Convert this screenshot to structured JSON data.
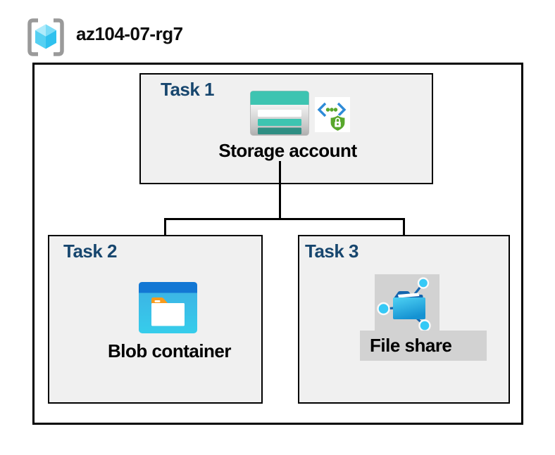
{
  "title": "az104-07-rg7",
  "tasks": [
    {
      "label": "Task 1",
      "resource": "Storage account",
      "icons": [
        "storage-account-icon",
        "sas-lock-icon"
      ]
    },
    {
      "label": "Task 2",
      "resource": "Blob container",
      "icons": [
        "blob-container-icon"
      ]
    },
    {
      "label": "Task 3",
      "resource": "File share",
      "icons": [
        "file-share-icon"
      ]
    }
  ],
  "connections": [
    {
      "from": "Storage account",
      "to": "Blob container"
    },
    {
      "from": "Storage account",
      "to": "File share"
    }
  ],
  "header_icon": "resource-group-icon",
  "colors": {
    "task_label": "#17466e",
    "box_background": "#f0f0f0",
    "border": "#000000",
    "storage_teal": "#3dc4b1",
    "storage_teal_dark": "#2e8e83",
    "container_blue": "#1277d4",
    "share_cyan": "#35c9f6",
    "share_navy": "#1465ae",
    "sas_green": "#58a72c",
    "bracket_gray": "#9a9a9a",
    "file_panel_gray": "#d2d2d2"
  }
}
